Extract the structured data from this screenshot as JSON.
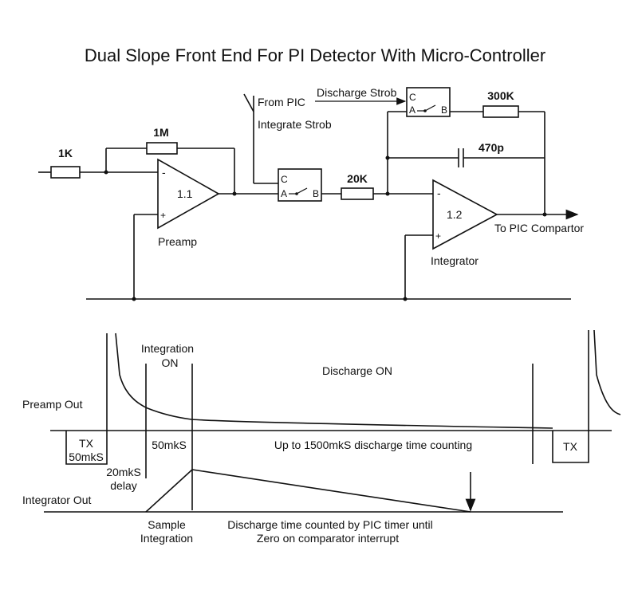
{
  "title": "Dual Slope Front End For PI Detector With Micro-Controller",
  "schematic": {
    "r_input": "1K",
    "r_feedback": "1M",
    "opamp1": "1.1",
    "opamp1_label": "Preamp",
    "opamp2": "1.2",
    "opamp2_label": "Integrator",
    "from_pic": "From PIC",
    "integrate_strob": "Integrate Strob",
    "discharge_strob": "Discharge Strob",
    "r_series": "20K",
    "r_discharge": "300K",
    "cap": "470p",
    "output": "To PIC Compartor",
    "switch_c": "C",
    "switch_a": "A",
    "switch_b": "B",
    "minus": "-",
    "plus": "+"
  },
  "timing": {
    "integration_on_1": "Integration",
    "integration_on_2": "ON",
    "discharge_on": "Discharge ON",
    "preamp_out": "Preamp Out",
    "tx1_line1": "TX",
    "tx1_line2": "50mkS",
    "tx2": "TX",
    "window_50": "50mkS",
    "discharge_counting": "Up to 1500mkS discharge time counting",
    "delay_1": "20mkS",
    "delay_2": "delay",
    "integrator_out": "Integrator Out",
    "sample_1": "Sample",
    "sample_2": "Integration",
    "counted_1": "Discharge time counted by PIC timer until",
    "counted_2": "Zero on comparator interrupt"
  }
}
